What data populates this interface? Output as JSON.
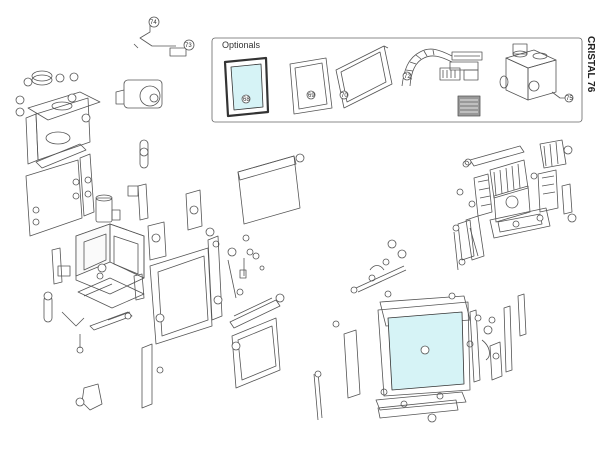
{
  "diagram": {
    "brand_label": "CRISTAL 76",
    "optionals_label": "Optionals",
    "glass_color": "#d6f3f6",
    "line_color": "#555555",
    "callouts": {
      "item_74": "74",
      "item_73": "73",
      "item_68": "68",
      "item_69": "69",
      "item_70": "70",
      "item_72": "72",
      "item_75": "75"
    }
  }
}
